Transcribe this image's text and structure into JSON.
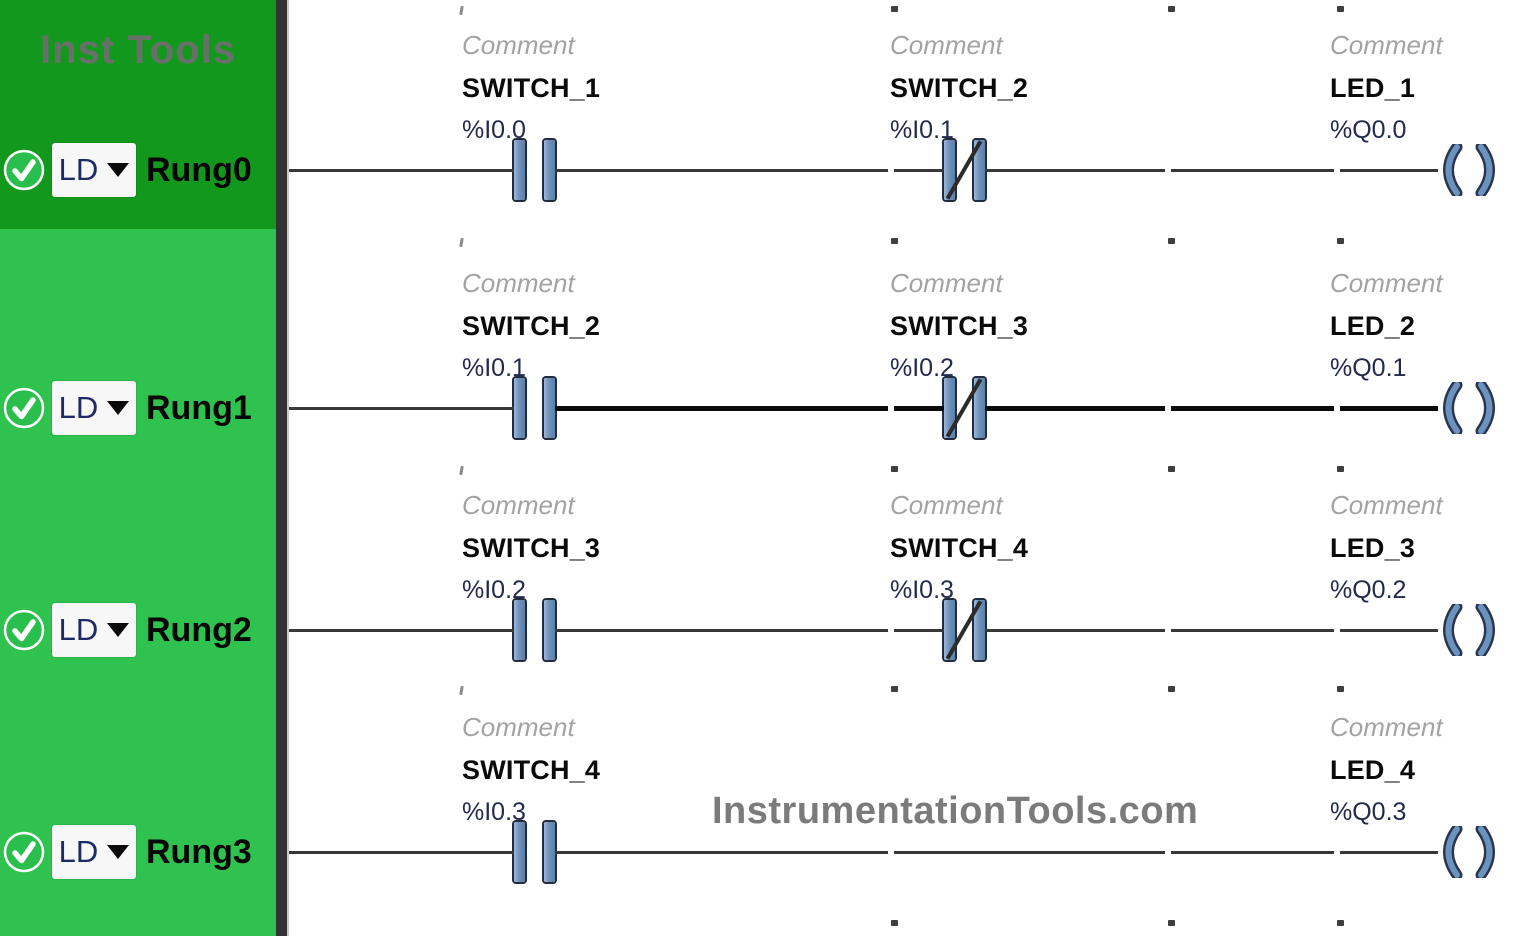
{
  "sidebar": {
    "watermark": "Inst Tools",
    "rungs": [
      {
        "op": "LD",
        "label": "Rung0"
      },
      {
        "op": "LD",
        "label": "Rung1"
      },
      {
        "op": "LD",
        "label": "Rung2"
      },
      {
        "op": "LD",
        "label": "Rung3"
      }
    ]
  },
  "watermark": "InstrumentationTools.com",
  "rungs": [
    {
      "elements": [
        {
          "type": "no_contact",
          "comment": "Comment",
          "name": "SWITCH_1",
          "address": "%I0.0"
        },
        {
          "type": "nc_contact",
          "comment": "Comment",
          "name": "SWITCH_2",
          "address": "%I0.1"
        },
        {
          "type": "coil",
          "comment": "Comment",
          "name": "LED_1",
          "address": "%Q0.0"
        }
      ]
    },
    {
      "elements": [
        {
          "type": "no_contact",
          "comment": "Comment",
          "name": "SWITCH_2",
          "address": "%I0.1"
        },
        {
          "type": "nc_contact",
          "comment": "Comment",
          "name": "SWITCH_3",
          "address": "%I0.2"
        },
        {
          "type": "coil",
          "comment": "Comment",
          "name": "LED_2",
          "address": "%Q0.1"
        }
      ]
    },
    {
      "elements": [
        {
          "type": "no_contact",
          "comment": "Comment",
          "name": "SWITCH_3",
          "address": "%I0.2"
        },
        {
          "type": "nc_contact",
          "comment": "Comment",
          "name": "SWITCH_4",
          "address": "%I0.3"
        },
        {
          "type": "coil",
          "comment": "Comment",
          "name": "LED_3",
          "address": "%Q0.2"
        }
      ]
    },
    {
      "elements": [
        {
          "type": "no_contact",
          "comment": "Comment",
          "name": "SWITCH_4",
          "address": "%I0.3"
        },
        {
          "type": "coil",
          "comment": "Comment",
          "name": "LED_4",
          "address": "%Q0.3"
        }
      ]
    }
  ],
  "colors": {
    "sidebar_dark_green": "#12991d",
    "sidebar_light_green": "#2fc24f",
    "check_green": "#2abf4c",
    "contact_fill": "#7093bb",
    "contact_border": "#222c3e",
    "wire": "#383838",
    "wire_bold": "#0a0a0a",
    "address_text": "#232a4d",
    "comment_text": "#a3a3a3",
    "watermark_gray": "#7b7b7b"
  }
}
